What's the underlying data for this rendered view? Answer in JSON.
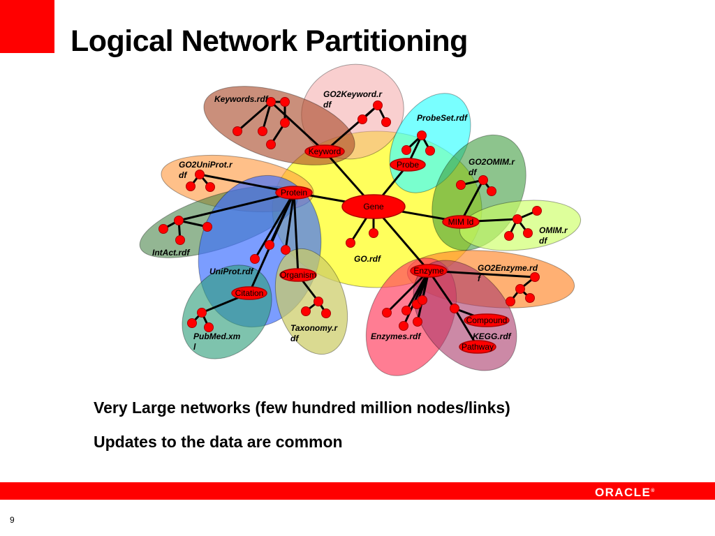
{
  "title": "Logical Network Partitioning",
  "bullets": [
    "Very Large networks (few hundred million nodes/links)",
    "Updates to the data are common"
  ],
  "page_number": "9",
  "logo": {
    "text": "ORACLE",
    "mark": "®"
  },
  "colors": {
    "brand_red": "#ff0000"
  },
  "diagram": {
    "partitions": [
      "Keywords.rdf",
      "GO2Keyword.r\ndf",
      "ProbeSet.rdf",
      "GO2UniProt.r\ndf",
      "GO2OMIM.r\ndf",
      "OMIM.r\ndf",
      "IntAct.rdf",
      "UniProt.rdf",
      "GO.rdf",
      "GO2Enzyme.rd\nf",
      "Taxonomy.r\ndf",
      "PubMed.xm\nl",
      "Enzymes.rdf",
      "KEGG.rdf"
    ],
    "nodes": [
      "Keyword",
      "Probe",
      "Protein",
      "Gene",
      "MIM Id",
      "Organism",
      "Enzyme",
      "Citation",
      "Compound",
      "Pathway"
    ]
  }
}
